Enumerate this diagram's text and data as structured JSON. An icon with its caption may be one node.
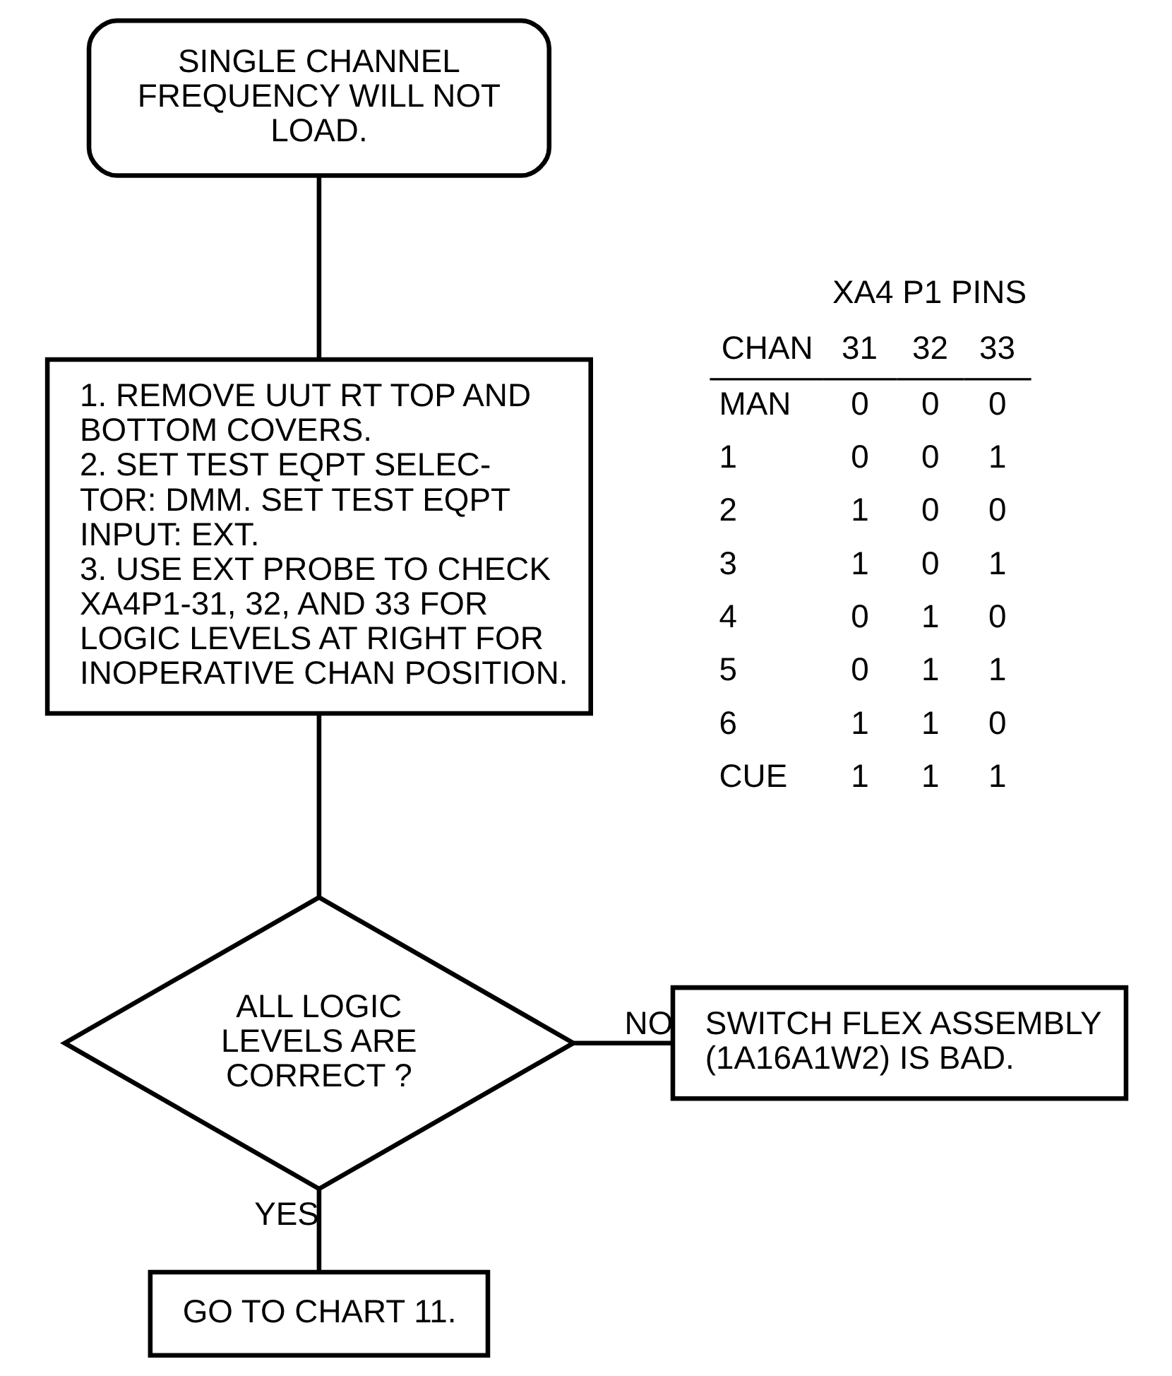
{
  "diagram": {
    "nodes": [
      {
        "text": [
          "SINGLE CHANNEL FREQUENCY WILL NOT LOAD."
        ]
      },
      {
        "text": [
          "1. REMOVE UUT RT TOP AND BOTTOM COVERS.",
          "2. SET TEST EQPT SELEC- TOR: DMM. SET TEST EQPT INPUT: EXT.",
          "3. USE EXT PROBE TO CHECK XA4P1-31, 32, AND 33 FOR LOGIC LEVELS AT RIGHT FOR INOPERATIVE CHAN POSITION."
        ]
      },
      {
        "text": [
          "ALL LOGIC LEVELS ARE CORRECT ?"
        ]
      },
      {
        "text": [
          "SWITCH FLEX ASSEMBLY (1A16A1W2) IS BAD."
        ]
      },
      {
        "text": [
          "GO TO CHART 11."
        ]
      }
    ],
    "edges": [
      {
        "from": 0,
        "to": 1,
        "arrow": "none"
      },
      {
        "from": 1,
        "to": 2,
        "arrow": "none"
      },
      {
        "from": 2,
        "to": 3,
        "arrow": "none",
        "label": "NO"
      },
      {
        "from": 2,
        "to": 4,
        "arrow": "none",
        "label": "YES"
      }
    ],
    "labels": [
      "XA4 P1 PINS",
      "CHAN",
      "31",
      "32",
      "33",
      "MAN",
      "0",
      "0",
      "0",
      "1",
      "0",
      "0",
      "1",
      "2",
      "1",
      "0",
      "0",
      "3",
      "1",
      "0",
      "1",
      "4",
      "0",
      "1",
      "0",
      "5",
      "0",
      "1",
      "1",
      "6",
      "1",
      "1",
      "0",
      "CUE",
      "1",
      "1",
      "1"
    ]
  }
}
